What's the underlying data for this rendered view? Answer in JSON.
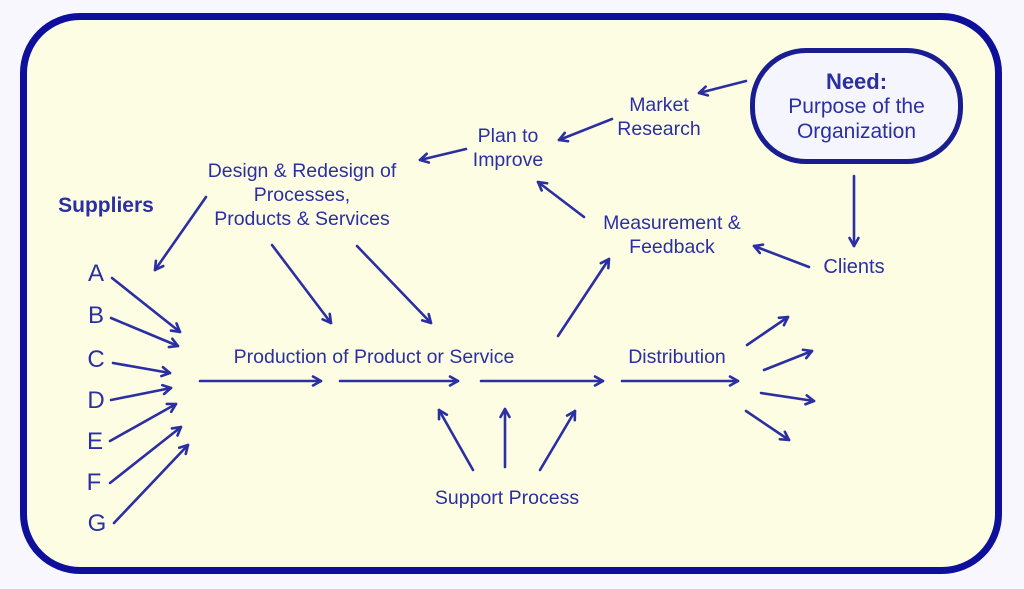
{
  "colors": {
    "page_bg": "#f8f7fe",
    "panel_bg": "#fdfde4",
    "border": "#0e109c",
    "ink": "#2b2fa2",
    "need_box_bg": "#f5f5fd",
    "need_box_border": "#1a1d90"
  },
  "diagram": {
    "suppliers_label": "Suppliers",
    "supplier_letters": [
      "A",
      "B",
      "C",
      "D",
      "E",
      "F",
      "G"
    ],
    "need_box": {
      "title": "Need:",
      "line2": "Purpose of the",
      "line3": "Organization"
    },
    "market_research": {
      "line1": "Market",
      "line2": "Research"
    },
    "plan_to_improve": {
      "line1": "Plan to",
      "line2": "Improve"
    },
    "design_redesign": {
      "line1": "Design & Redesign of",
      "line2": "Processes,",
      "line3": "Products & Services"
    },
    "measurement_feedback": {
      "line1": "Measurement &",
      "line2": "Feedback"
    },
    "clients_label": "Clients",
    "production_label": "Production of Product or Service",
    "distribution_label": "Distribution",
    "support_label": "Support Process"
  }
}
